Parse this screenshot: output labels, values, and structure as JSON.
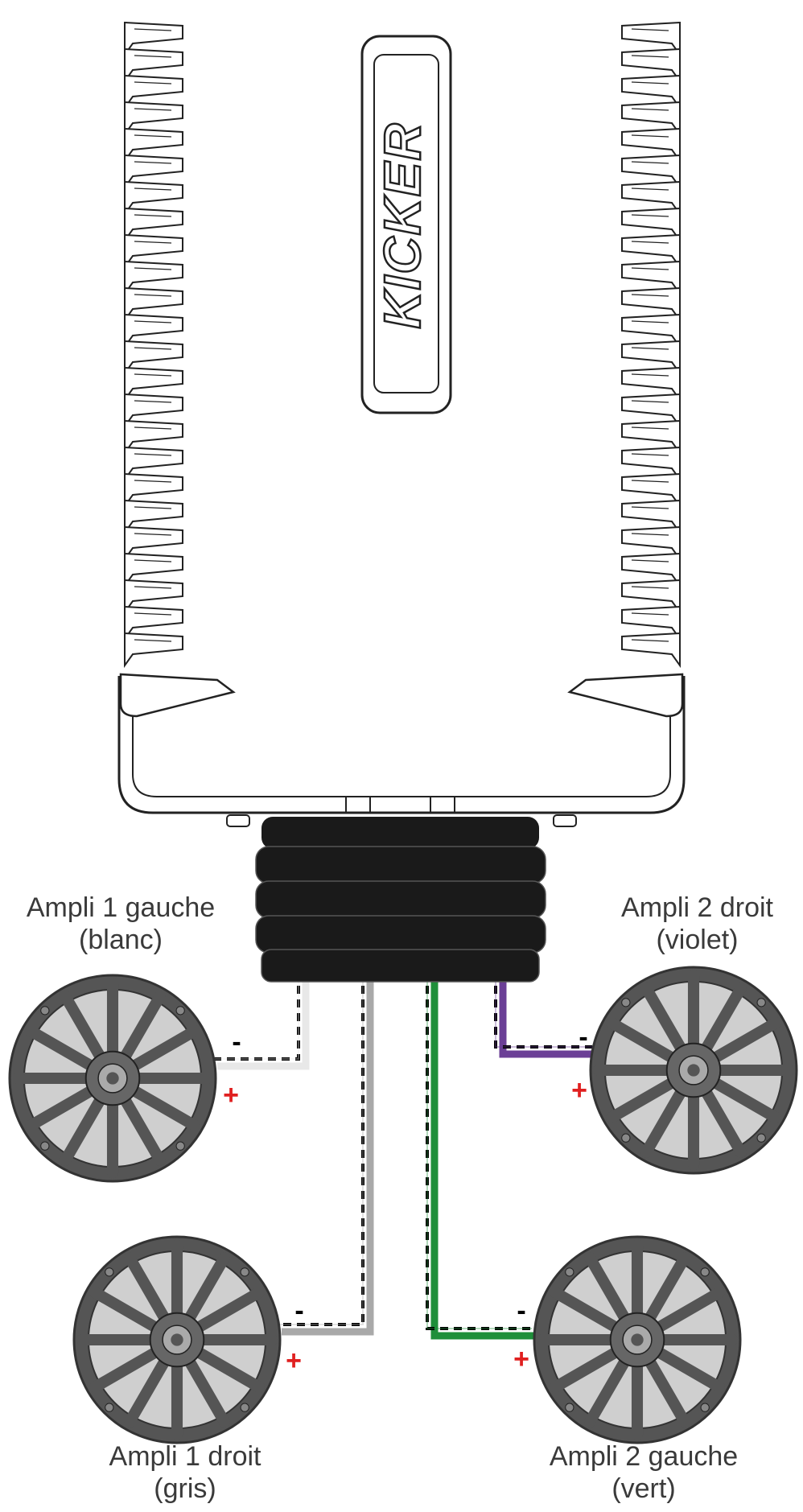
{
  "brand": {
    "logo_text": "KICKER"
  },
  "terminals": {
    "negative": "-",
    "positive": "+"
  },
  "channels": [
    {
      "id": "front-left",
      "name": "Ampli 1 gauche",
      "color_label": "(blanc)",
      "wire_color": "#e8e8e8"
    },
    {
      "id": "front-right",
      "name": "Ampli 2 droit",
      "color_label": "(violet)",
      "wire_color": "#6b3f96"
    },
    {
      "id": "rear-left",
      "name": "Ampli 1 droit",
      "color_label": "(gris)",
      "wire_color": "#a9a9a9"
    },
    {
      "id": "rear-right",
      "name": "Ampli 2 gauche",
      "color_label": "(vert)",
      "wire_color": "#1f8f3a"
    }
  ],
  "colors": {
    "outline": "#222222",
    "plug": "#1a1a1a",
    "speaker_outer": "#555555",
    "speaker_inner": "#9a9a9a",
    "positive": "#e02020",
    "negative": "#000000"
  }
}
